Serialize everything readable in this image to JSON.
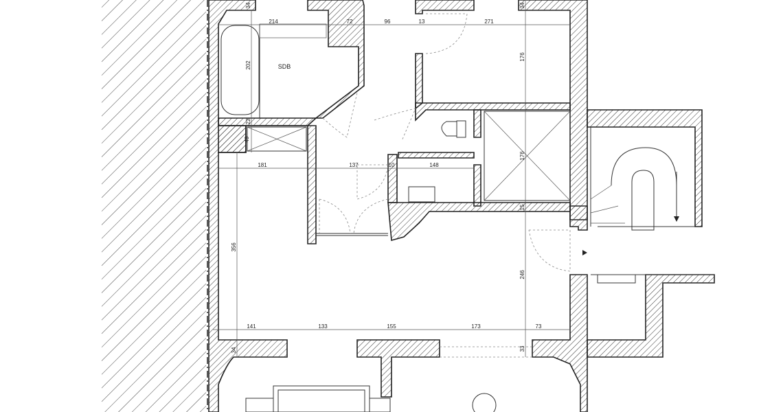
{
  "plan": {
    "room_label": "SDB",
    "dims": {
      "d214": "214",
      "d72": "72",
      "d96": "96",
      "d13": "13",
      "d271": "271",
      "d202": "202",
      "d176a": "176",
      "d176b": "176",
      "d181": "181",
      "d137": "137",
      "d10": "10",
      "d148": "148",
      "d49": "49",
      "d22": "22",
      "d34top": "34",
      "d34topr": "34",
      "d356": "356",
      "d246": "246",
      "d15": "15",
      "d141": "141",
      "d133": "133",
      "d155": "155",
      "d173": "173",
      "d73": "73",
      "d34": "34",
      "d33": "33"
    }
  }
}
